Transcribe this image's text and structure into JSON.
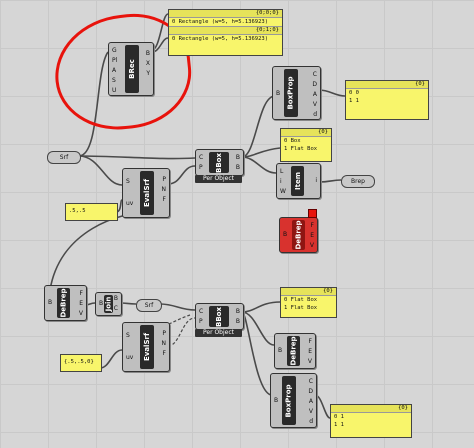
{
  "components": {
    "brec": {
      "name": "BRec",
      "inputs": [
        "G",
        "Pl",
        "A",
        "S",
        "U"
      ],
      "outputs": [
        "B",
        "X",
        "Y"
      ]
    },
    "evalsrf1": {
      "name": "EvalSrf",
      "inputs": [
        "S",
        "uv"
      ],
      "outputs": [
        "P",
        "N",
        "F"
      ]
    },
    "bbox1": {
      "name": "BBox",
      "inputs": [
        "C",
        "P"
      ],
      "outputs": [
        "B",
        "B"
      ],
      "mode": "Per Object"
    },
    "boxprop1": {
      "name": "BoxProp",
      "inputs": [
        "B"
      ],
      "outputs": [
        "C",
        "D",
        "A",
        "V",
        "d"
      ]
    },
    "item": {
      "name": "Item",
      "inputs": [
        "L",
        "i",
        "W"
      ],
      "outputs": [
        "i"
      ]
    },
    "debrep1": {
      "name": "DeBrep",
      "inputs": [
        "B"
      ],
      "outputs": [
        "F",
        "E",
        "V"
      ]
    },
    "debrep2": {
      "name": "DeBrep",
      "inputs": [
        "B"
      ],
      "outputs": [
        "F",
        "E",
        "V"
      ]
    },
    "join": {
      "name": "Join",
      "inputs": [
        "B"
      ],
      "outputs": [
        "B",
        "C"
      ]
    },
    "evalsrf2": {
      "name": "EvalSrf",
      "inputs": [
        "S",
        "uv"
      ],
      "outputs": [
        "P",
        "N",
        "F"
      ]
    },
    "bbox2": {
      "name": "BBox",
      "inputs": [
        "C",
        "P"
      ],
      "outputs": [
        "B",
        "B"
      ],
      "mode": "Per Object"
    },
    "debrep3": {
      "name": "DeBrep",
      "inputs": [
        "B"
      ],
      "outputs": [
        "F",
        "E",
        "V"
      ]
    },
    "boxprop2": {
      "name": "BoxProp",
      "inputs": [
        "B"
      ],
      "outputs": [
        "C",
        "D",
        "A",
        "V",
        "d"
      ]
    }
  },
  "params": {
    "srf1": "Srf",
    "brep": "Brep",
    "srf2": "Srf"
  },
  "panels": {
    "brec_out": {
      "rows": [
        {
          "path": "{0;0;0}",
          "text": "0 Rectangle (w=5, h=5.136923)"
        },
        {
          "path": "{0;1;0}",
          "text": "0 Rectangle (w=5, h=5.136923)"
        }
      ]
    },
    "boxprop1_out": {
      "path": "{0}",
      "rows": [
        "0 0",
        "1 1"
      ]
    },
    "bbox1_out": {
      "path": "{0}",
      "rows": [
        "0 Box",
        "1 Flat Box"
      ]
    },
    "uv1": {
      "text": ".5,.5"
    },
    "bbox2_out": {
      "path": "{0}",
      "rows": [
        "0 Flat Box",
        "1 Flat Box"
      ]
    },
    "uv2": {
      "text": "{.5,.5,0}"
    },
    "boxprop2_out": {
      "path": "{0}",
      "rows": [
        "0 1",
        "1 1"
      ]
    }
  },
  "colors": {
    "highlight": "#e8130c",
    "panel": "#f8f56b",
    "canvas": "#d6d6d6"
  }
}
